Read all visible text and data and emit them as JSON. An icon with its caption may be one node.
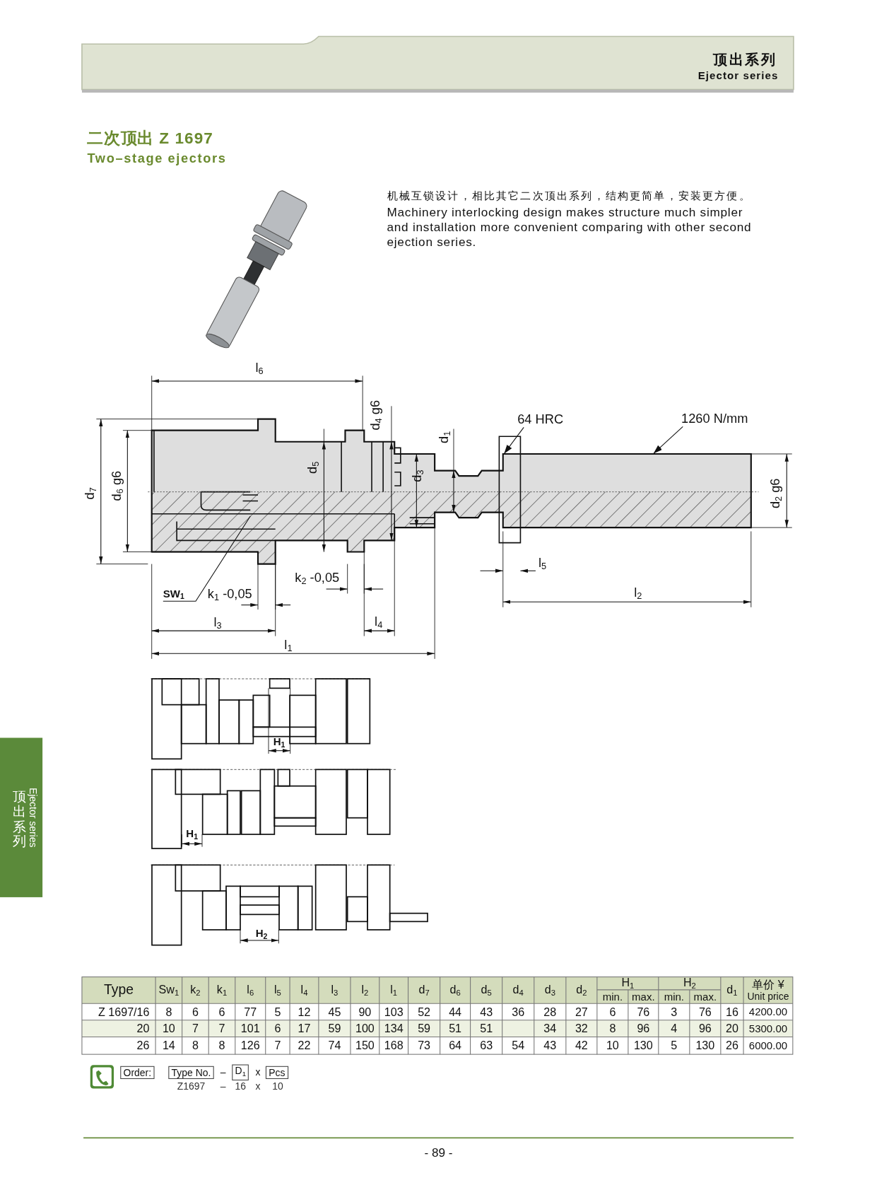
{
  "diagram": {
    "title": "二次顶出 Z 1697",
    "nodes": [
      {
        "text": [
          "64 HRC"
        ]
      },
      {
        "text": [
          "1260 N/mm"
        ]
      },
      {
        "text": [
          "SW$_{1}$"
        ]
      }
    ],
    "edges": [
      {
        "from": 0,
        "to": null,
        "arrow": "to"
      },
      {
        "from": 1,
        "to": null,
        "arrow": "to"
      },
      {
        "from": 2,
        "to": null,
        "arrow": "none"
      }
    ],
    "labels": [
      "顶出系列",
      "Ejector series",
      "Two–stage ejectors",
      "机械互锁设计，相比其它二次顶出系列，结构更简单，安装更方便。",
      "Machinery interlocking design makes structure much simpler and installation more convenient comparing with other second ejection series.",
      "顶出系列",
      "Ejector series",
      "l$_{6}$",
      "d$_{7}$",
      "d$_{6}$ g6",
      "d$_{5}$",
      "d$_{4}$ g6",
      "d$_{1}$",
      "d$_{3}$",
      "d$_{2}$ g6",
      "l$_{5}$",
      "k$_{2}$ -0,05",
      "k$_{1}$ -0,05",
      "l$_{2}$",
      "l$_{3}$",
      "l$_{4}$",
      "l$_{1}$",
      "H$_{1}$",
      "H$_{1}$",
      "H$_{2}$",
      "Type",
      "Sw$_{1}$",
      "k$_{2}$",
      "k$_{1}$",
      "l$_{6}$",
      "l$_{5}$",
      "l$_{4}$",
      "l$_{3}$",
      "l$_{2}$",
      "l$_{1}$",
      "d$_{7}$",
      "d$_{6}$",
      "d$_{5}$",
      "d$_{4}$",
      "d$_{3}$",
      "d$_{2}$",
      "H$_{1}$",
      "H$_{2}$",
      "d$_{1}$",
      "单价 ¥",
      "min.",
      "max.",
      "min.",
      "max.",
      "Unit price",
      "Z 1697/16",
      "8",
      "6",
      "6",
      "77",
      "5",
      "12",
      "45",
      "90",
      "103",
      "52",
      "44",
      "43",
      "36",
      "28",
      "27",
      "6",
      "76",
      "3",
      "76",
      "16",
      "4200.00",
      "20",
      "10",
      "7",
      "7",
      "101",
      "6",
      "17",
      "59",
      "100",
      "134",
      "59",
      "51",
      "51",
      "34",
      "32",
      "8",
      "96",
      "4",
      "96",
      "20",
      "5300.00",
      "26",
      "14",
      "8",
      "8",
      "126",
      "7",
      "22",
      "74",
      "150",
      "168",
      "73",
      "64",
      "63",
      "54",
      "43",
      "42",
      "10",
      "130",
      "5",
      "130",
      "26",
      "6000.00",
      "Order:",
      "Type No.",
      "–",
      "D$_{1}$",
      "x",
      "Pcs",
      "Z1697",
      "–",
      "16",
      "x",
      "10",
      "- 89 -"
    ]
  }
}
